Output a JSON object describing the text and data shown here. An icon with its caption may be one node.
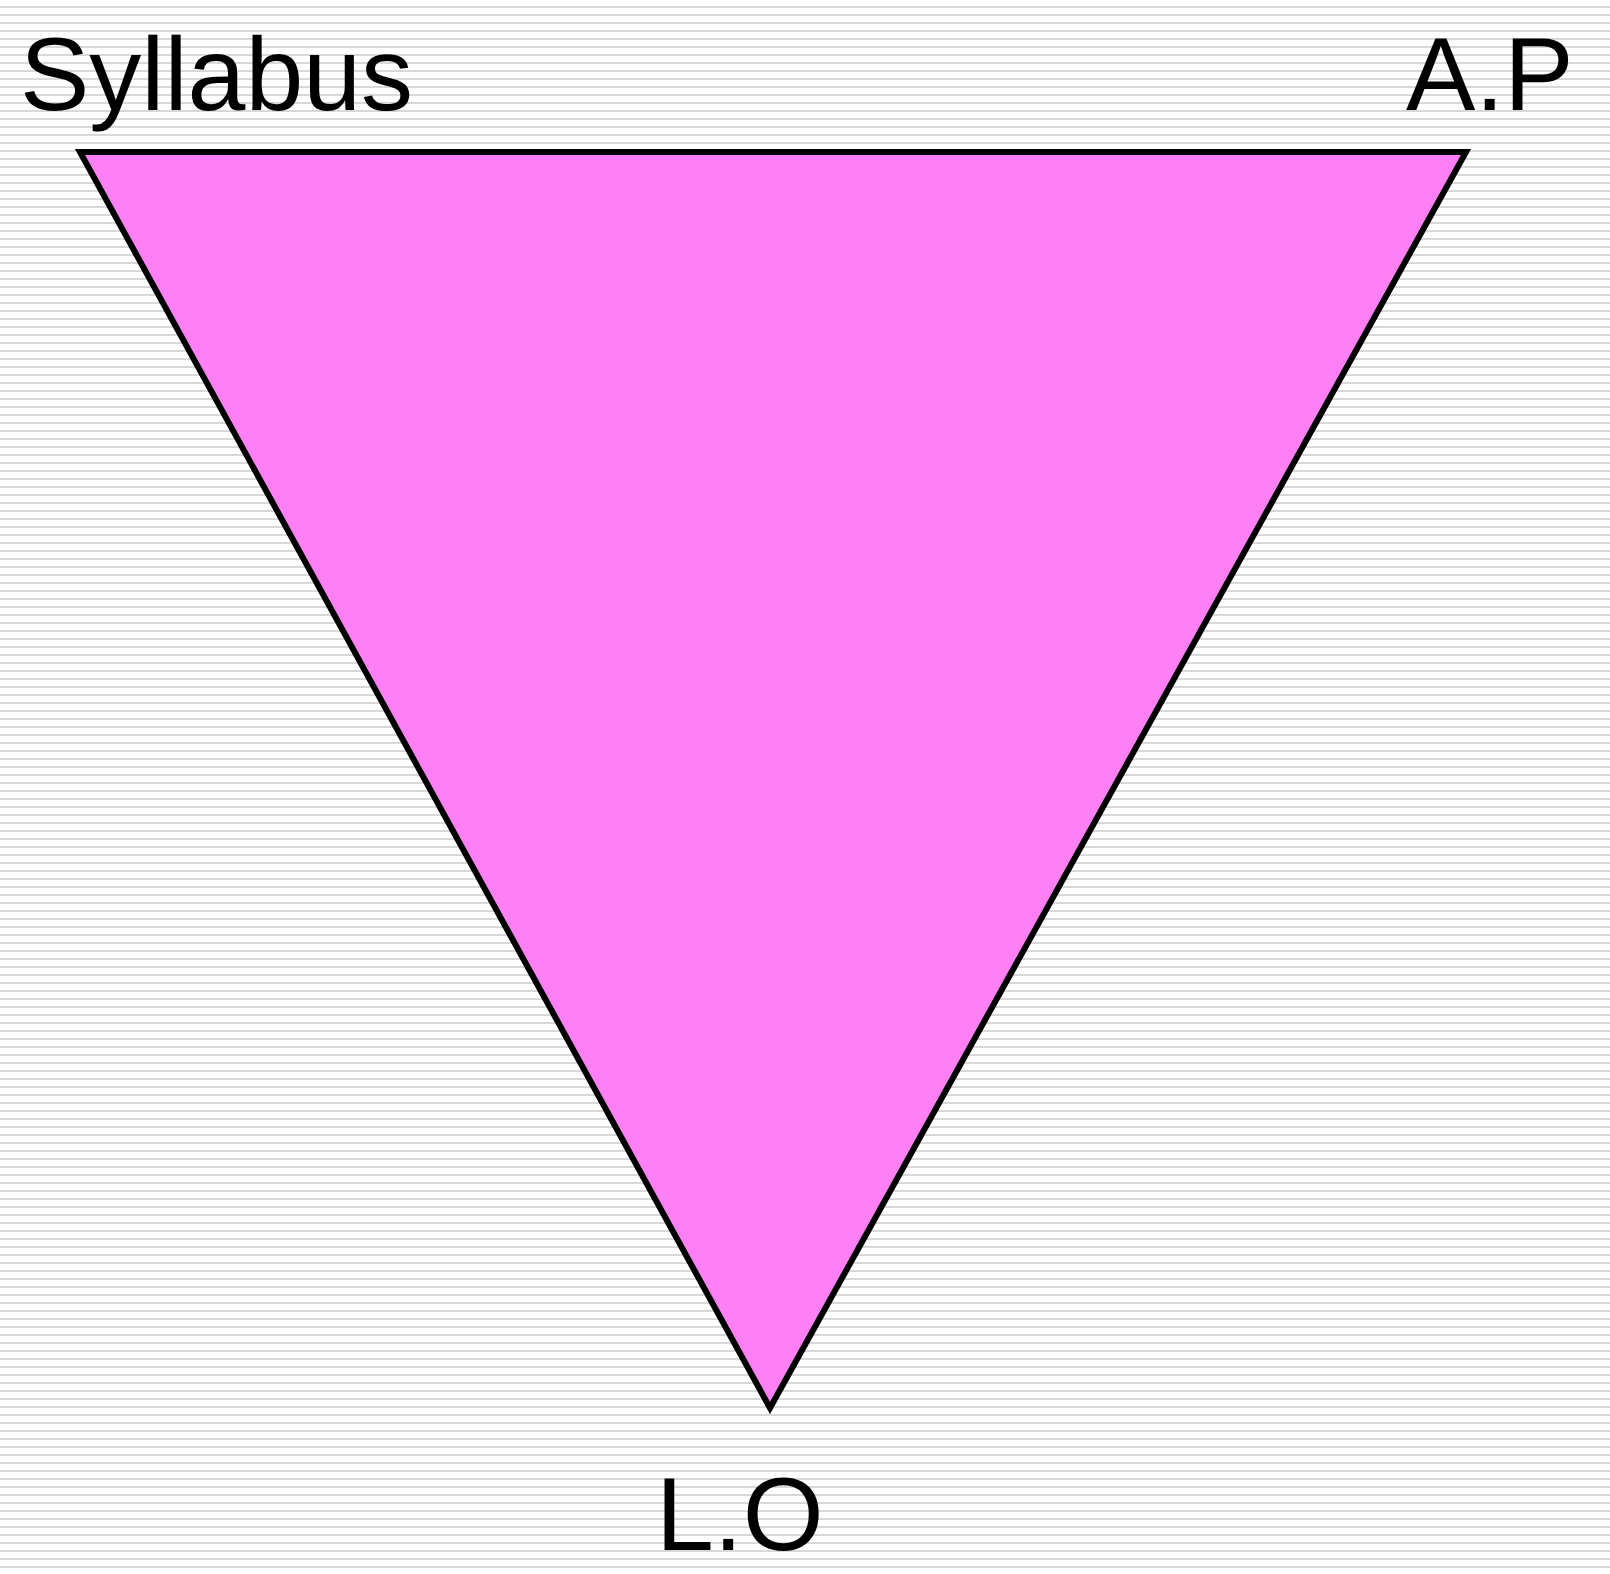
{
  "diagram": {
    "labels": [
      "Syllabus",
      "A.P",
      "L.O"
    ]
  }
}
